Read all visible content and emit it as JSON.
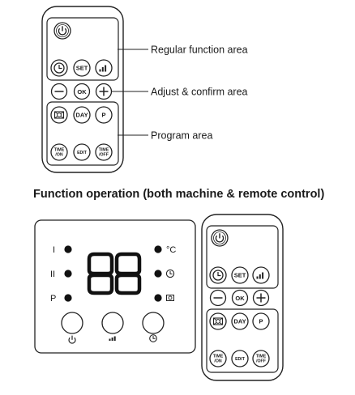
{
  "callouts": {
    "regular": "Regular function area",
    "adjust": "Adjust & confirm area",
    "program": "Program area"
  },
  "heading": "Function operation (both machine & remote control)",
  "remote_buttons": {
    "set": "SET",
    "ok": "OK",
    "day": "DAY",
    "p": "P",
    "time_on_1": "TIME",
    "time_on_2": "/ON",
    "edit": "EDIT",
    "time_off_1": "TIME",
    "time_off_2": "/OFF"
  },
  "panel": {
    "display": "88",
    "left_labels": [
      "I",
      "II",
      "P"
    ],
    "unit_c": "°C"
  }
}
